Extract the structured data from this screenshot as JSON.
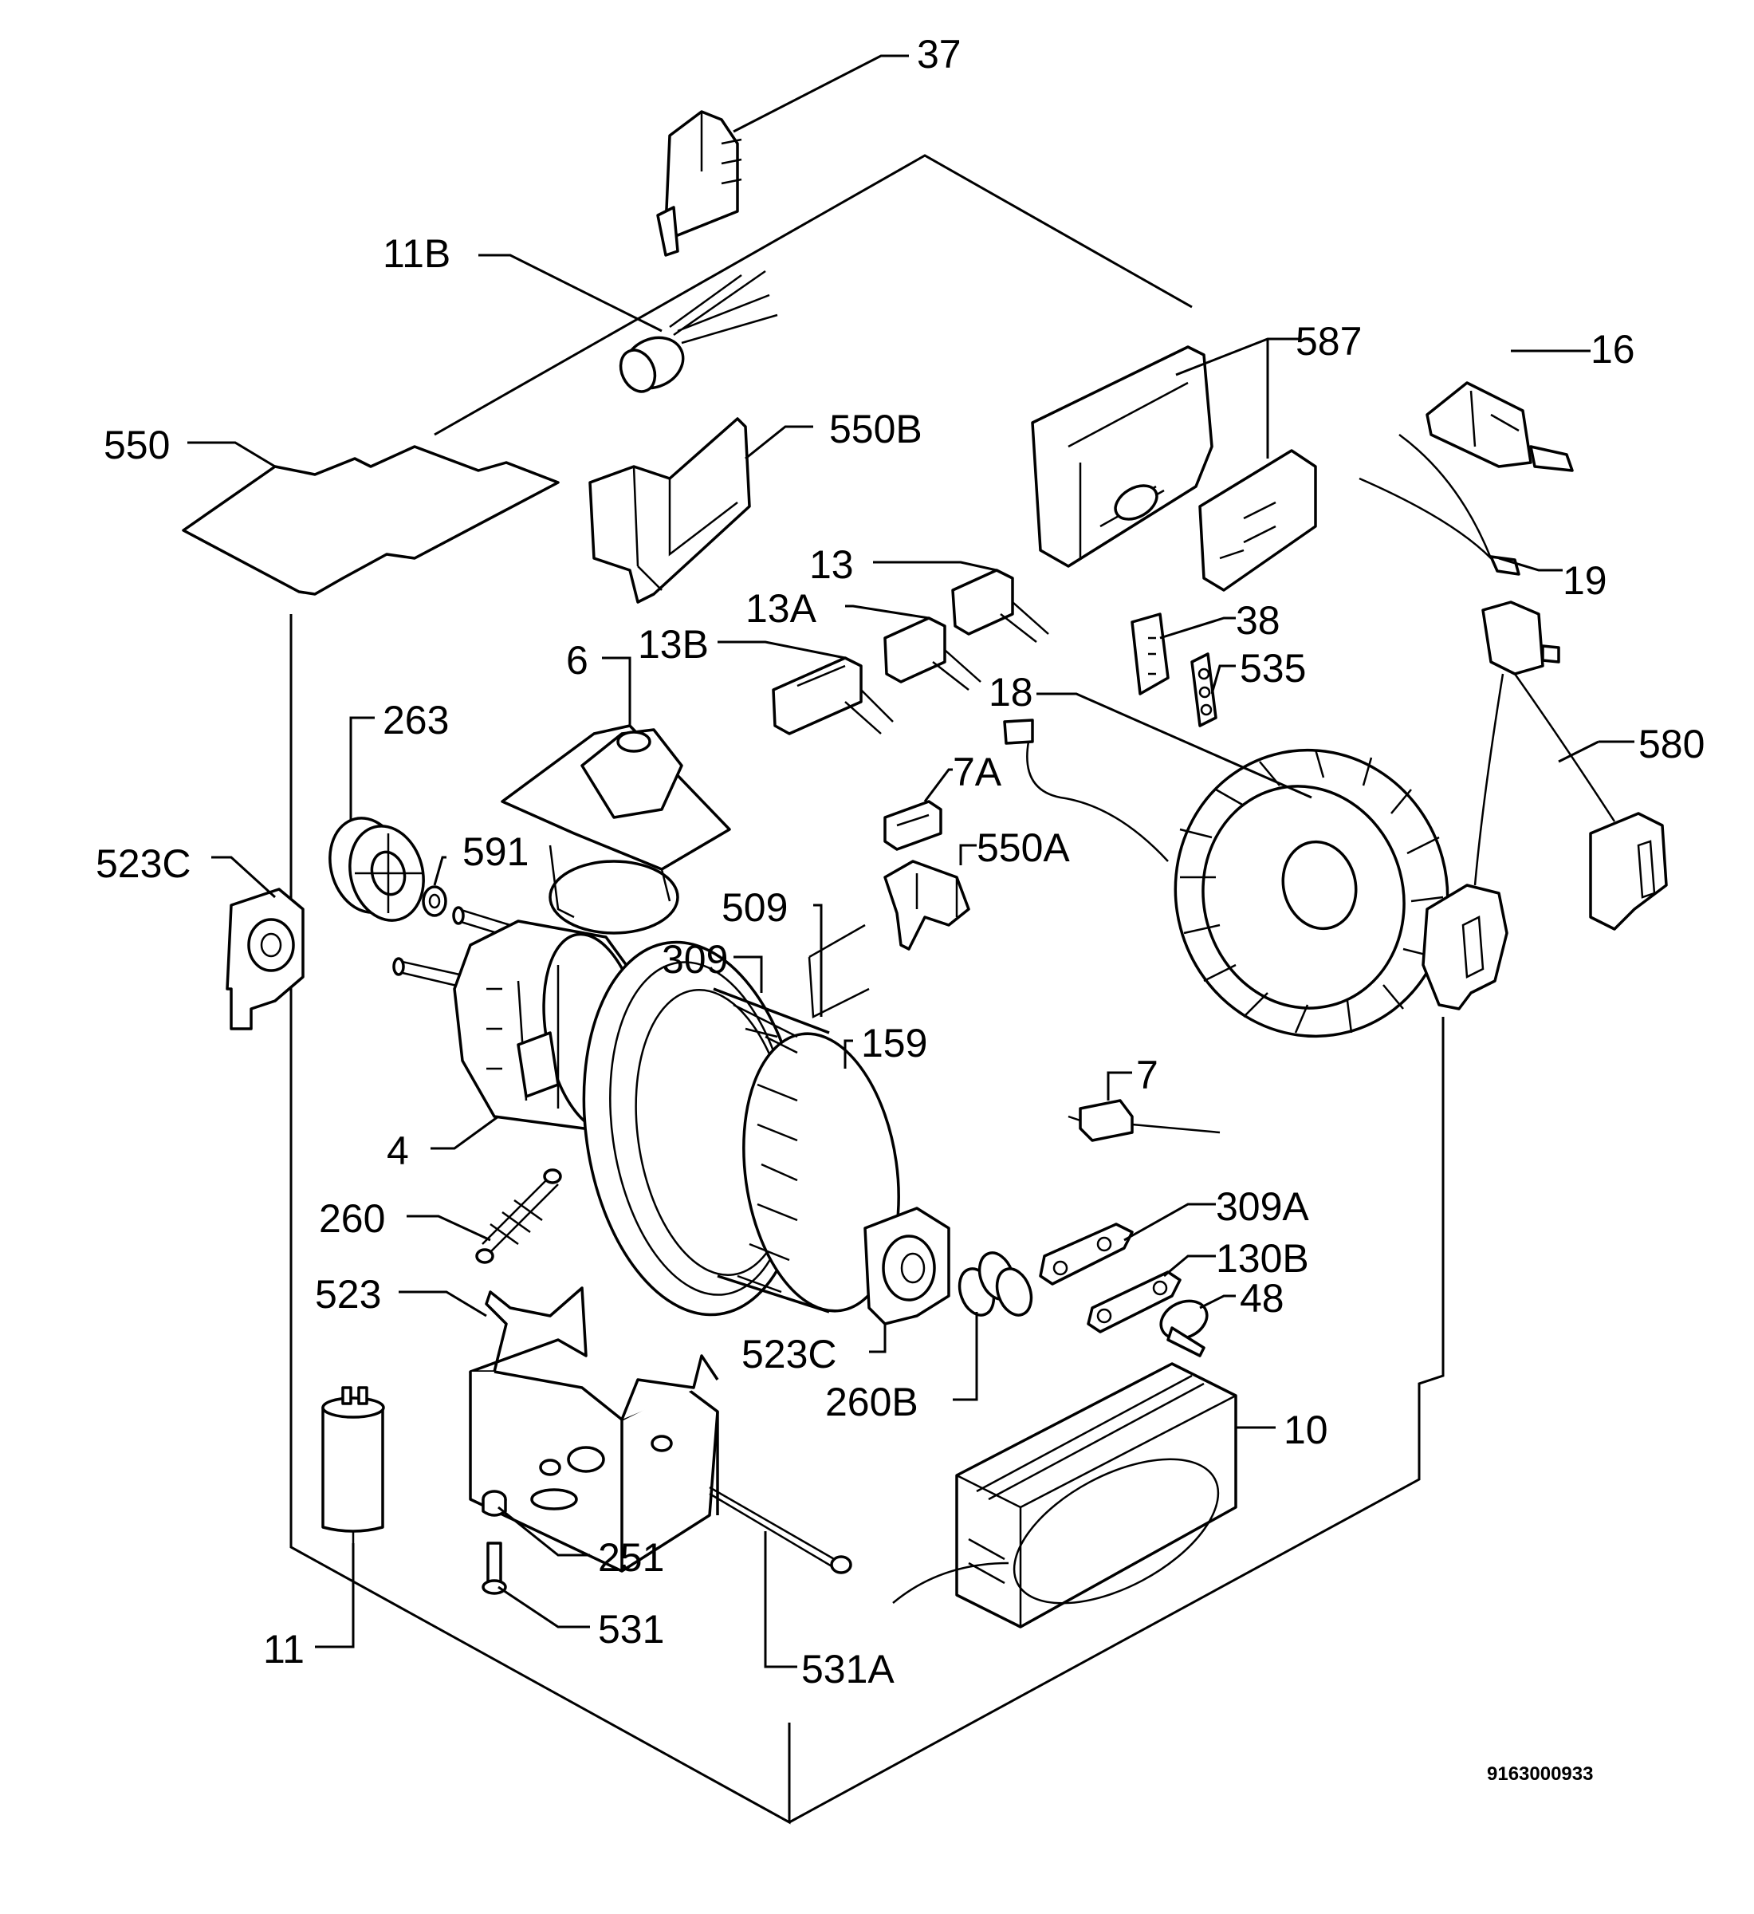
{
  "labels": {
    "p37": "37",
    "p11b": "11B",
    "p550": "550",
    "p550b": "550B",
    "p587": "587",
    "p16": "16",
    "p19": "19",
    "p13": "13",
    "p13a": "13A",
    "p13b": "13B",
    "p6": "6",
    "p38": "38",
    "p535": "535",
    "p18": "18",
    "p263": "263",
    "p7a": "7A",
    "p580": "580",
    "p523c_top": "523C",
    "p591": "591",
    "p550a": "550A",
    "p509": "509",
    "p309": "309",
    "p159": "159",
    "p4": "4",
    "p7": "7",
    "p260": "260",
    "p309a": "309A",
    "p130b": "130B",
    "p523": "523",
    "p48": "48",
    "p523c_bot": "523C",
    "p260b": "260B",
    "p10": "10",
    "p251": "251",
    "p531": "531",
    "p11": "11",
    "p531a": "531A"
  },
  "document_number": "9163000933"
}
